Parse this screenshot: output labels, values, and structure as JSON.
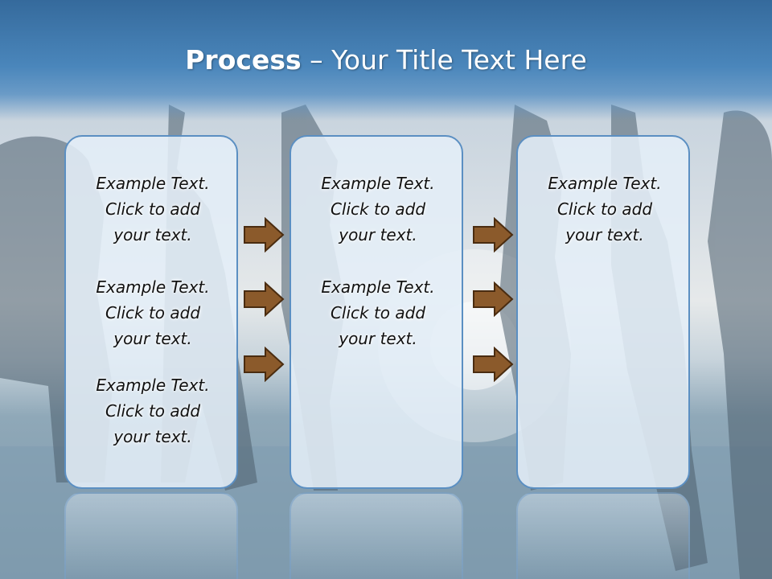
{
  "title": {
    "bold": "Process",
    "rest": "– Your Title Text Here"
  },
  "columns": [
    {
      "items": [
        "Example Text.\nClick  to add\nyour text.",
        "Example Text.\nClick  to add\nyour text.",
        "Example Text.\nClick  to add\nyour text."
      ]
    },
    {
      "items": [
        "Example Text.\nClick  to add\nyour text.",
        "Example Text.\nClick  to add\nyour text."
      ]
    },
    {
      "items": [
        "Example Text.\nClick  to add\nyour text."
      ]
    }
  ],
  "colors": {
    "arrow_fill": "#8b5a2b",
    "arrow_stroke": "#4a2c10",
    "box_border": "#5b8fc2",
    "title_band": "#4a86bb"
  }
}
